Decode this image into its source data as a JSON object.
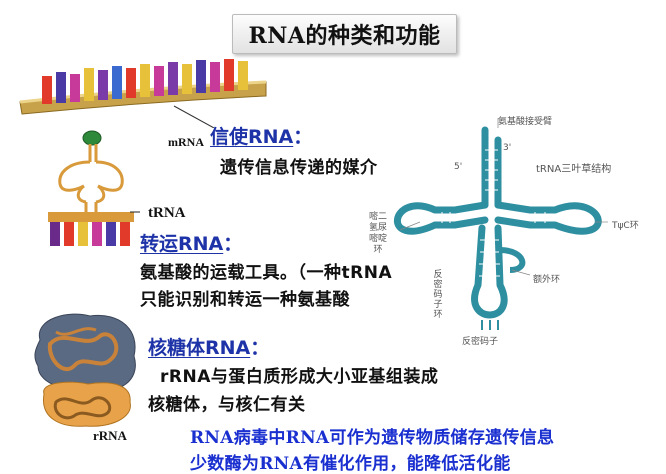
{
  "title": "RNA的种类和功能",
  "mrna": {
    "caption": "mRNA",
    "heading": "信使RNA",
    "colon": "：",
    "desc": "遗传信息传递的媒介"
  },
  "trna": {
    "caption": "tRNA",
    "heading": "转运RNA",
    "colon": "：",
    "line1": "氨基酸的运载工具。（一种tRNA",
    "line2": "只能识别和转运一种氨基酸"
  },
  "rrna": {
    "caption": "rRNA",
    "heading": "核糖体RNA",
    "colon": "：",
    "line1": "rRNA与蛋白质形成大小亚基组装成",
    "line2": "核糖体，与核仁有关"
  },
  "note": {
    "line1": "RNA病毒中RNA可作为遗传物质储存遗传信息",
    "line2": "少数酶为RNA有催化作用，能降低活化能"
  },
  "diagram": {
    "acceptor": "氨基酸接受臂",
    "structure": "tRNA三叶草结构",
    "three_prime": "3'",
    "five_prime": "5'",
    "d_loop": "嘧二氢尿嘧啶环",
    "t_loop": "TψC环",
    "extra_loop": "额外环",
    "anticodon_loop": "反密码子环",
    "anticodon": "反密码子"
  },
  "colors": {
    "heading_blue": "#1f33a8",
    "note_blue": "#1a2fd0",
    "trna_teal": "#2e8fa0"
  }
}
